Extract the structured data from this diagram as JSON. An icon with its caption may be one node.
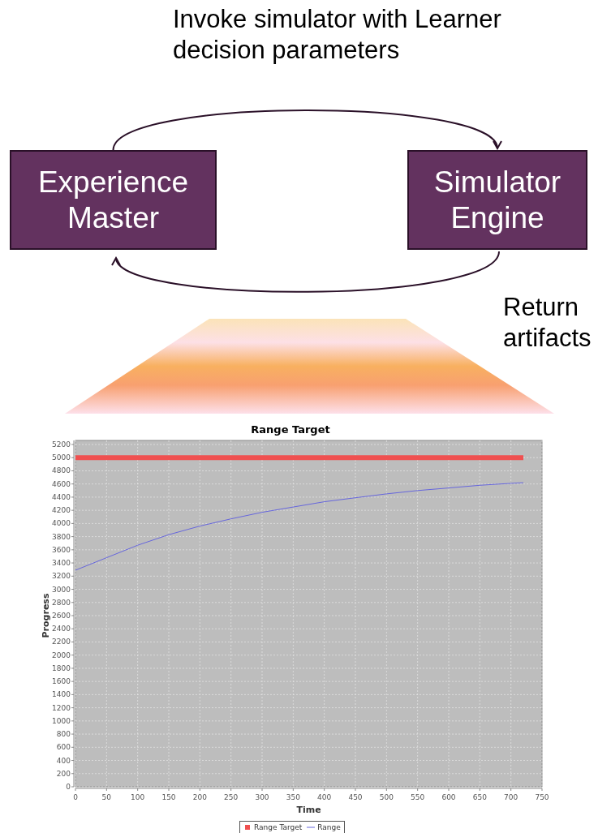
{
  "diagram": {
    "nodes": [
      {
        "text": [
          "Experience Master"
        ]
      },
      {
        "text": [
          "Simulator Engine"
        ]
      },
      {
        "text": [],
        "shape": "trapezoid"
      }
    ],
    "edges": [
      {
        "from": 0,
        "to": 1,
        "arrow": "to",
        "label": "Invoke simulator with Learner decision parameters"
      },
      {
        "from": 1,
        "to": 0,
        "arrow": "to",
        "label": "Return artifacts"
      }
    ],
    "chart_data": {
      "type": "line",
      "title": "Range Target",
      "xlabel": "Time",
      "ylabel": "Progress",
      "x": [
        0,
        50,
        100,
        150,
        200,
        250,
        300,
        350,
        400,
        450,
        500,
        550,
        600,
        650,
        700,
        720
      ],
      "series": [
        {
          "name": "Range Target",
          "color": "#f05050",
          "values": [
            5000,
            5000,
            5000,
            5000,
            5000,
            5000,
            5000,
            5000,
            5000,
            5000,
            5000,
            5000,
            5000,
            5000,
            5000,
            5000
          ]
        },
        {
          "name": "Range",
          "color": "#6666dd",
          "values": [
            3290,
            3480,
            3670,
            3830,
            3960,
            4070,
            4170,
            4250,
            4330,
            4390,
            4450,
            4500,
            4540,
            4580,
            4610,
            4620
          ]
        }
      ],
      "xlim": [
        0,
        750
      ],
      "ylim": [
        0,
        5200
      ],
      "xticks": [
        0,
        50,
        100,
        150,
        200,
        250,
        300,
        350,
        400,
        450,
        500,
        550,
        600,
        650,
        700,
        750
      ],
      "yticks": [
        0,
        200,
        400,
        600,
        800,
        1000,
        1200,
        1400,
        1600,
        1800,
        2000,
        2200,
        2400,
        2600,
        2800,
        3000,
        3200,
        3400,
        3600,
        3800,
        4000,
        4200,
        4400,
        4600,
        4800,
        5000,
        5200
      ],
      "grid": true,
      "legend": "bottom"
    }
  }
}
